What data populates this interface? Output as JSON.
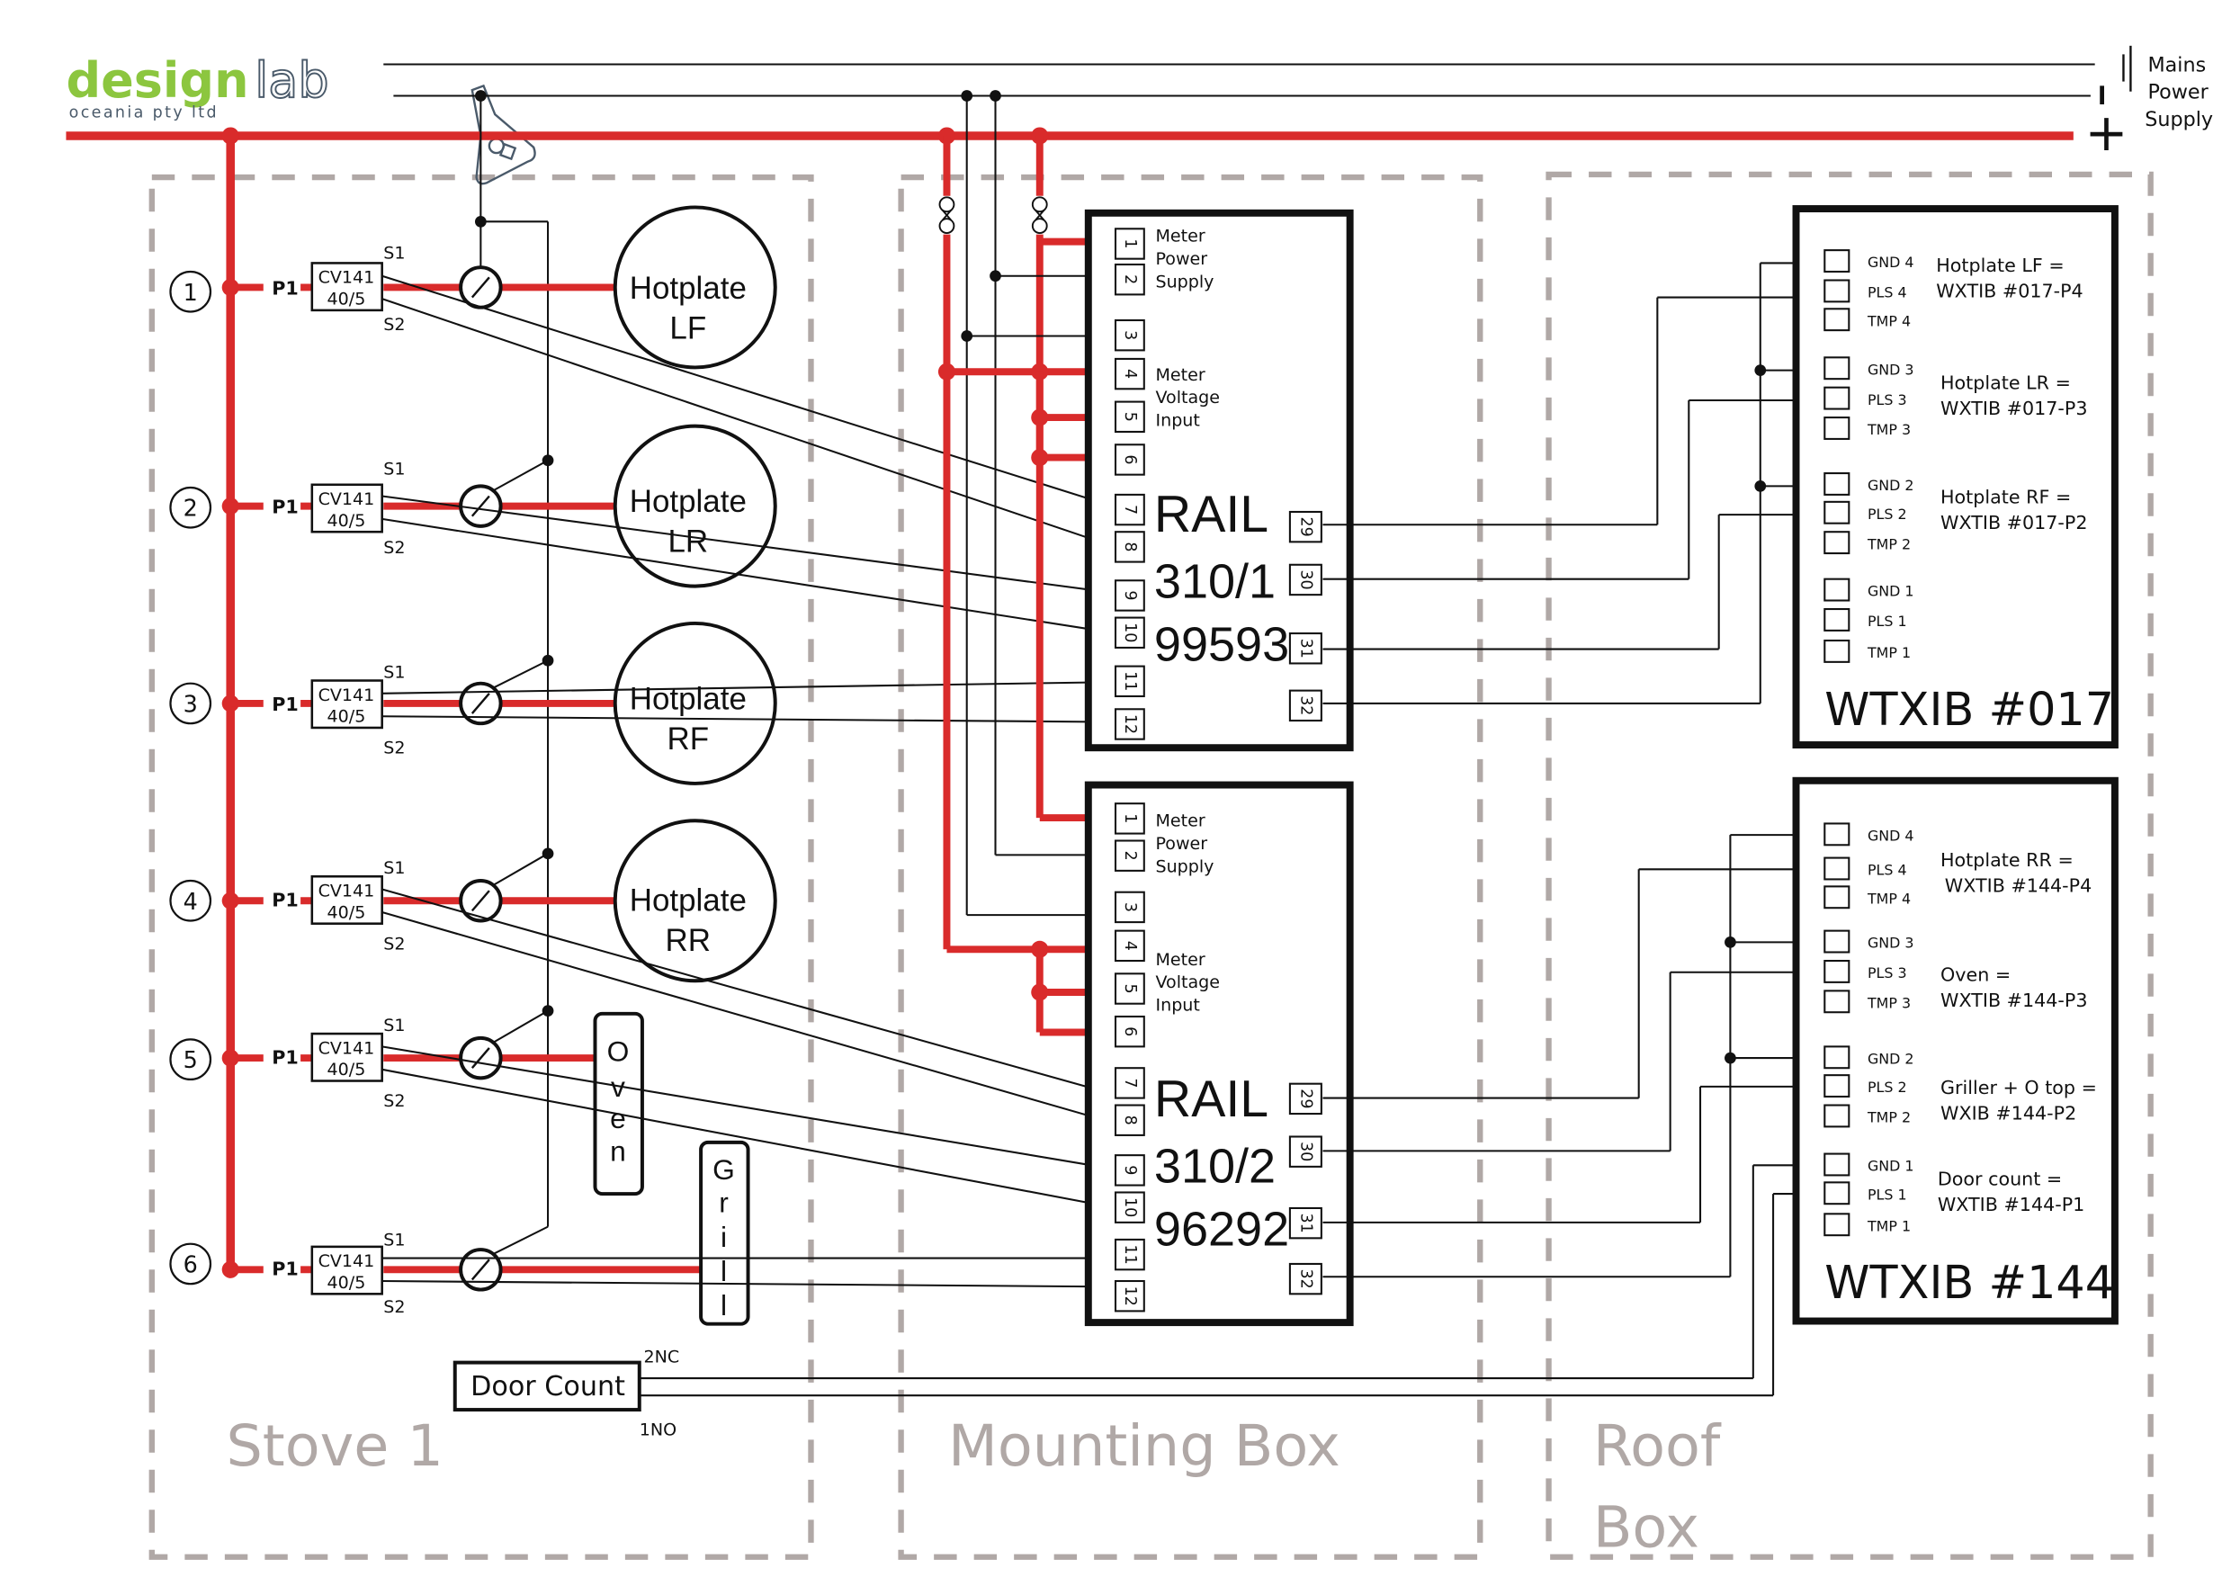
{
  "logo": {
    "name_green": "design",
    "name_outline": "lab",
    "subtitle": "oceania pty ltd"
  },
  "mains": {
    "line1": "Mains",
    "line2": "Power",
    "line3": "Supply",
    "minus": "I",
    "plus": "+"
  },
  "colors": {
    "phase_red": "#d92b2b",
    "section_gray": "#b0a8a6",
    "logo_green": "#8cc63f",
    "logo_slate": "#4a5a6a"
  },
  "sections": {
    "stove": "Stove 1",
    "mounting": "Mounting Box",
    "roof_line1": "Roof",
    "roof_line2": "Box"
  },
  "circuits": [
    {
      "num": "1",
      "p": "P1",
      "ct_line1": "CV141",
      "ct_line2": "40/5",
      "s1": "S1",
      "s2": "S2",
      "load_line1": "Hotplate",
      "load_line2": "LF"
    },
    {
      "num": "2",
      "p": "P1",
      "ct_line1": "CV141",
      "ct_line2": "40/5",
      "s1": "S1",
      "s2": "S2",
      "load_line1": "Hotplate",
      "load_line2": "LR"
    },
    {
      "num": "3",
      "p": "P1",
      "ct_line1": "CV141",
      "ct_line2": "40/5",
      "s1": "S1",
      "s2": "S2",
      "load_line1": "Hotplate",
      "load_line2": "RF"
    },
    {
      "num": "4",
      "p": "P1",
      "ct_line1": "CV141",
      "ct_line2": "40/5",
      "s1": "S1",
      "s2": "S2",
      "load_line1": "Hotplate",
      "load_line2": "RR"
    },
    {
      "num": "5",
      "p": "P1",
      "ct_line1": "CV141",
      "ct_line2": "40/5",
      "s1": "S1",
      "s2": "S2",
      "load_line1": "Oven",
      "load_line2": ""
    },
    {
      "num": "6",
      "p": "P1",
      "ct_line1": "CV141",
      "ct_line2": "40/5",
      "s1": "S1",
      "s2": "S2",
      "load_line1": "Grill",
      "load_line2": ""
    }
  ],
  "oven_letters": [
    "O",
    "v",
    "e",
    "n"
  ],
  "grill_letters": [
    "G",
    "r",
    "i",
    "l",
    "l"
  ],
  "door_count": {
    "label": "Door Count",
    "nc": "2NC",
    "no": "1NO"
  },
  "rails": [
    {
      "title": "RAIL",
      "model": "310/1",
      "serial": "99593",
      "power_label": [
        "Meter",
        "Power",
        "Supply"
      ],
      "voltage_label": [
        "Meter",
        "Voltage",
        "Input"
      ],
      "left_terminals": [
        "1",
        "2",
        "3",
        "4",
        "5",
        "6",
        "7",
        "8",
        "9",
        "10",
        "11",
        "12"
      ],
      "right_terminals": [
        "29",
        "30",
        "31",
        "32"
      ]
    },
    {
      "title": "RAIL",
      "model": "310/2",
      "serial": "96292",
      "power_label": [
        "Meter",
        "Power",
        "Supply"
      ],
      "voltage_label": [
        "Meter",
        "Voltage",
        "Input"
      ],
      "left_terminals": [
        "1",
        "2",
        "3",
        "4",
        "5",
        "6",
        "7",
        "8",
        "9",
        "10",
        "11",
        "12"
      ],
      "right_terminals": [
        "29",
        "30",
        "31",
        "32"
      ]
    }
  ],
  "wtxib": [
    {
      "title": "WTXIB #017",
      "terminals": [
        "GND 4",
        "PLS 4",
        "TMP 4",
        "GND 3",
        "PLS 3",
        "TMP 3",
        "GND 2",
        "PLS 2",
        "TMP 2",
        "GND 1",
        "PLS 1",
        "TMP 1"
      ],
      "mappings": [
        {
          "line1": "Hotplate LF =",
          "line2": "WXTIB #017-P4"
        },
        {
          "line1": "Hotplate LR =",
          "line2": "WXTIB #017-P3"
        },
        {
          "line1": "Hotplate RF =",
          "line2": "WXTIB #017-P2"
        }
      ]
    },
    {
      "title": "WTXIB #144",
      "terminals": [
        "GND 4",
        "PLS 4",
        "TMP 4",
        "GND 3",
        "PLS 3",
        "TMP 3",
        "GND 2",
        "PLS 2",
        "TMP 2",
        "GND 1",
        "PLS 1",
        "TMP 1"
      ],
      "mappings": [
        {
          "line1": "Hotplate RR =",
          "line2": "WXTIB #144-P4"
        },
        {
          "line1": "Oven =",
          "line2": "WXTIB #144-P3"
        },
        {
          "line1": "Griller + O top =",
          "line2": "WXIB #144-P2"
        },
        {
          "line1": "Door count =",
          "line2": "WXTIB #144-P1"
        }
      ]
    }
  ]
}
